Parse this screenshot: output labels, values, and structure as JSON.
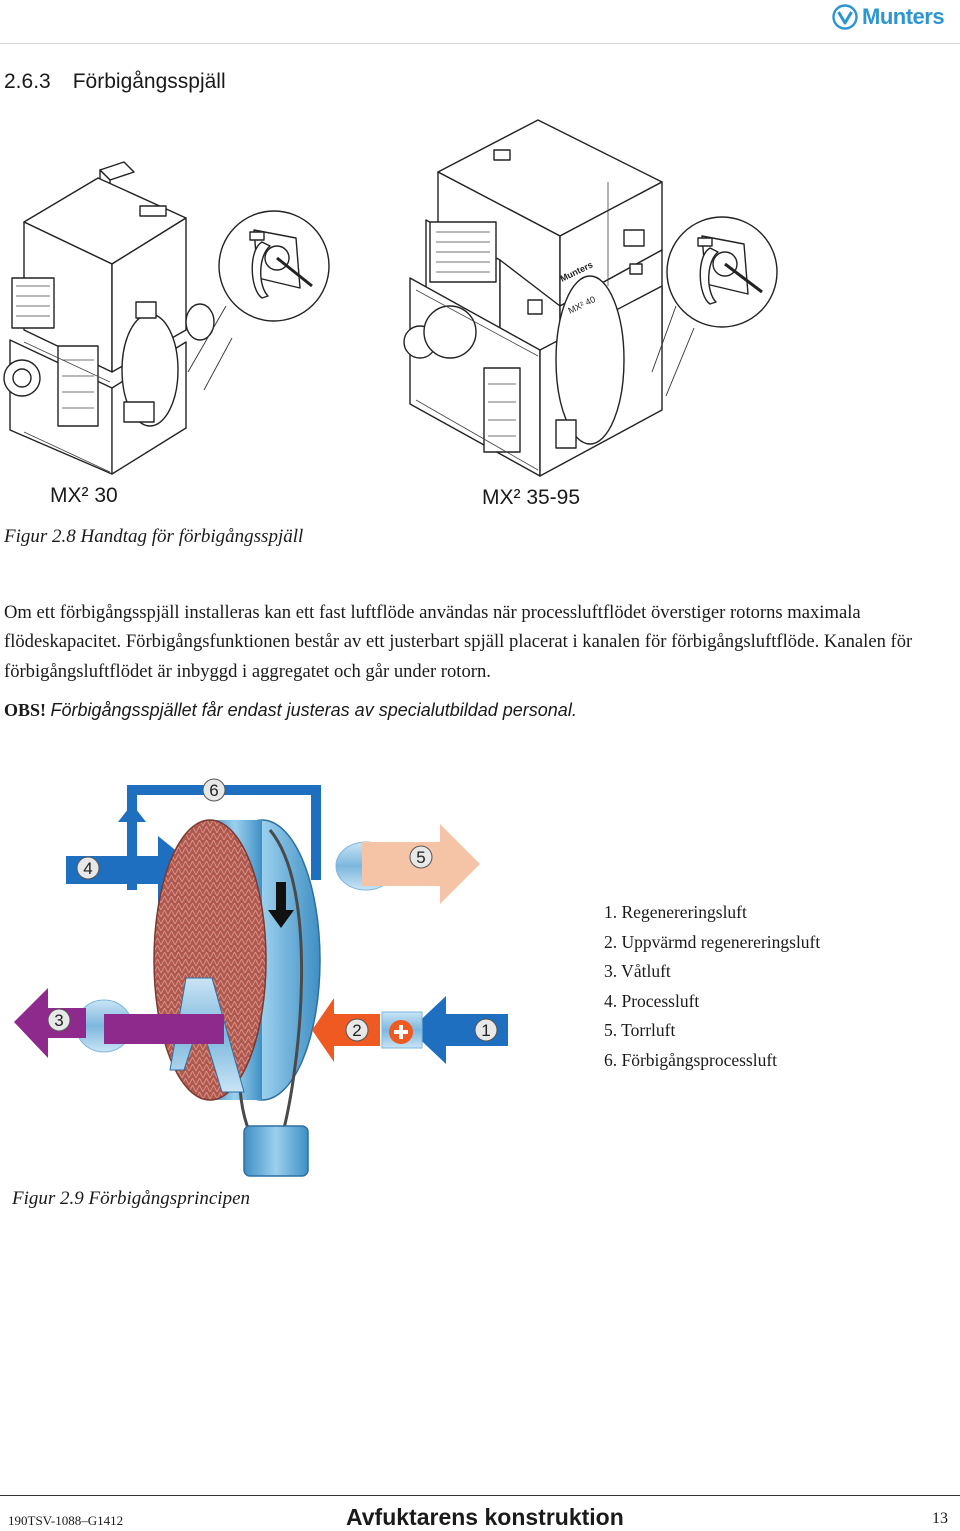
{
  "header": {
    "logo_text": "Munters"
  },
  "section": {
    "number": "2.6.3",
    "title": "Förbigångsspjäll"
  },
  "figure1": {
    "model_left": "MX² 30",
    "model_right": "MX² 35-95",
    "unit_label": "MX² 40",
    "unit_brand": "Munters",
    "caption": "Figur 2.8 Handtag för förbigångsspjäll"
  },
  "body": {
    "paragraph": "Om ett förbigångsspjäll installeras kan ett fast luftflöde användas när processluftflödet överstiger rotorns maximala flödeskapacitet. Förbigångsfunktionen består av ett justerbart spjäll placerat i kanalen för förbigångsluftflöde. Kanalen för förbigångsluftflödet är inbyggd i aggregatet och går under rotorn.",
    "obs_label": "OBS!",
    "obs_text": "Förbigångsspjället får endast justeras av specialutbildad personal."
  },
  "figure2": {
    "caption": "Figur 2.9 Förbigångsprincipen",
    "markers": [
      "1",
      "2",
      "3",
      "4",
      "5",
      "6"
    ],
    "legend": [
      "1. Regenereringsluft",
      "2. Uppvärmd regenereringsluft",
      "3. Våtluft",
      "4. Processluft",
      "5. Torrluft",
      "6. Förbigångsprocessluft"
    ],
    "colors": {
      "process_air": "#1f6fc1",
      "dry_air": "#f5c4a6",
      "wet_air": "#8e2a8c",
      "heated_air": "#ee5a22",
      "rotor_face": "#b0584e",
      "rotor_casing": "#6cb3dc"
    }
  },
  "footer": {
    "doc_code": "190TSV-1088–G1412",
    "chapter": "Avfuktarens konstruktion",
    "page": "13"
  }
}
